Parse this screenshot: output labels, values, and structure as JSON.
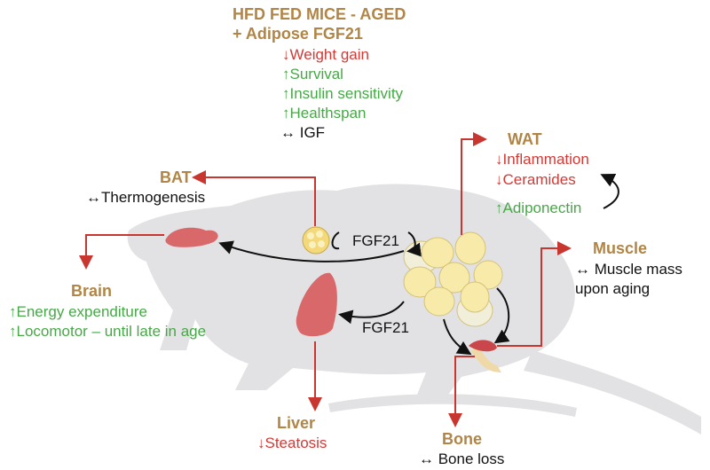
{
  "title": {
    "line1": "HFD FED MICE - AGED",
    "line2": "+ Adipose FGF21",
    "effects": [
      {
        "arrow": "↓",
        "text": "Weight gain",
        "direction": "down"
      },
      {
        "arrow": "↑",
        "text": "Survival",
        "direction": "up"
      },
      {
        "arrow": "↑",
        "text": "Insulin sensitivity",
        "direction": "up"
      },
      {
        "arrow": "↑",
        "text": "Healthspan",
        "direction": "up"
      },
      {
        "arrow": "↔",
        "text": "IGF",
        "direction": "unchanged"
      }
    ]
  },
  "wat": {
    "label": "WAT",
    "effects": [
      "↓Inflammation",
      "↓Ceramides",
      "↑Adiponectin"
    ]
  },
  "bat": {
    "label": "BAT",
    "effect": "↔Thermogenesis"
  },
  "brain": {
    "label": "Brain",
    "effects": [
      "↑Energy expenditure",
      "↑Locomotor – until late in age"
    ]
  },
  "muscle": {
    "label": "Muscle",
    "effect_line1": "↔ Muscle mass",
    "effect_line2": "upon aging"
  },
  "liver": {
    "label": "Liver",
    "effect": "↓Steatosis"
  },
  "bone": {
    "label": "Bone",
    "effect": "↔ Bone loss"
  },
  "signals": {
    "fgf21_top": "FGF21",
    "fgf21_bottom": "FGF21"
  },
  "colors": {
    "heading": "#b08545",
    "decrease": "#d23a36",
    "increase": "#45a945",
    "neutral": "#111111",
    "connector": "#c8362f",
    "mouse": "#e2e2e4",
    "fat": "#f8eaa8",
    "organ": "#d9686a"
  }
}
